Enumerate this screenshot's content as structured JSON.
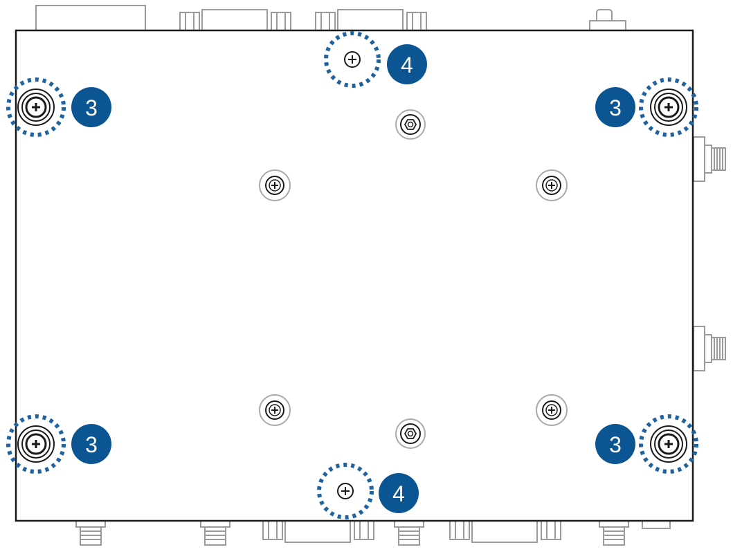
{
  "colors": {
    "outline": "#1a1a1a",
    "callout_fill": "#0a5592",
    "dotted_ring": "#1f62a0",
    "callout_text": "#ffffff",
    "connector_line": "#9a9a9a"
  },
  "callouts": {
    "corner_screw_label": "3",
    "edge_screw_label": "4"
  },
  "screws": {
    "corner_count": 4,
    "edge_count": 2,
    "mount_count": 4,
    "standoff_count": 2
  }
}
